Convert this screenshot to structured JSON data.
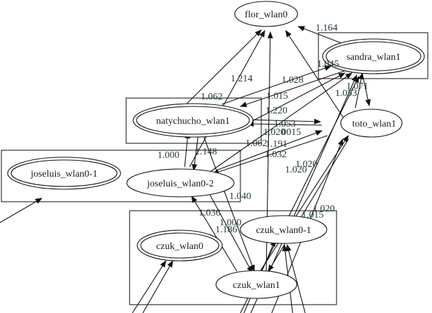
{
  "graph": {
    "nodes": [
      {
        "id": "flor_wlan0",
        "label": "flor_wlan0",
        "peripheries": 1
      },
      {
        "id": "sandra_wlan1",
        "label": "sandra_wlan1",
        "peripheries": 2
      },
      {
        "id": "natychucho_wlan1",
        "label": "natychucho_wlan1",
        "peripheries": 2
      },
      {
        "id": "toto_wlan1",
        "label": "toto_wlan1",
        "peripheries": 1
      },
      {
        "id": "joseluis_wlan0-1",
        "label": "joseluis_wlan0-1",
        "peripheries": 2
      },
      {
        "id": "joseluis_wlan0-2",
        "label": "joseluis_wlan0-2",
        "peripheries": 1
      },
      {
        "id": "czuk_wlan0",
        "label": "czuk_wlan0",
        "peripheries": 2
      },
      {
        "id": "czuk_wlan0-1",
        "label": "czuk_wlan0-1",
        "peripheries": 1
      },
      {
        "id": "czuk_wlan1",
        "label": "czuk_wlan1",
        "peripheries": 1
      }
    ],
    "clusters": [
      {
        "id": "sandra-cluster",
        "members": [
          "sandra_wlan1"
        ]
      },
      {
        "id": "natychucho-cluster",
        "members": [
          "natychucho_wlan1"
        ]
      },
      {
        "id": "joseluis-cluster",
        "members": [
          "joseluis_wlan0-1",
          "joseluis_wlan0-2"
        ]
      },
      {
        "id": "czuk-cluster",
        "members": [
          "czuk_wlan0",
          "czuk_wlan0-1",
          "czuk_wlan1"
        ]
      }
    ],
    "edge_labels": [
      "1.164",
      "1.214",
      "1.062",
      "1.028",
      "1.015",
      "1.045",
      "1.071",
      "1.053",
      "1.220",
      "1.053",
      "1.020",
      "0015",
      "1.062",
      "1.191",
      "1.032",
      "1.020",
      "1.020",
      "1.000",
      "1.148",
      "1.040",
      "1.036",
      "1.000",
      "1.186",
      "1.020",
      "1.015"
    ]
  }
}
